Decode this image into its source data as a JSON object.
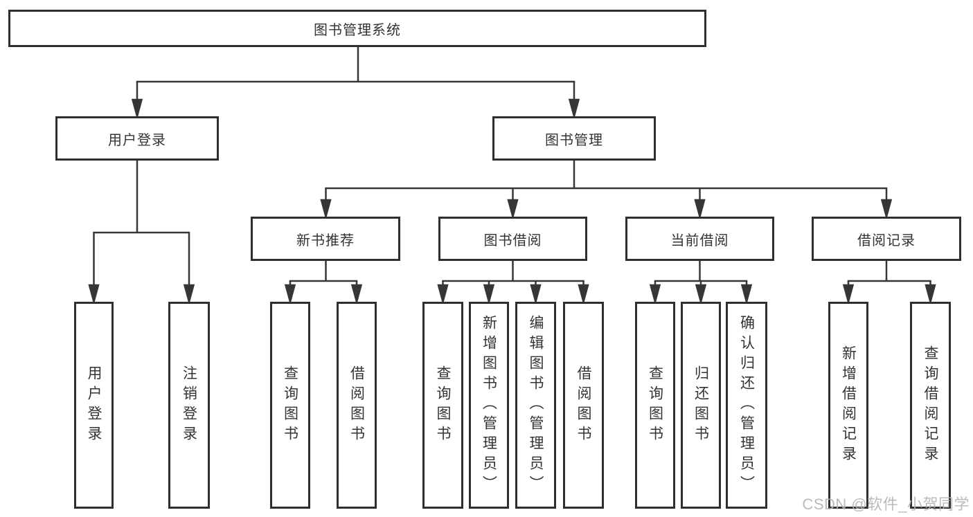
{
  "colors": {
    "background": "#ffffff",
    "box_border": "#2f2f2f",
    "connector_line": "#363636",
    "text": "#333333",
    "watermark_text": "#b4b4b4"
  },
  "tree": {
    "label": "图书管理系统",
    "children": [
      {
        "label": "用户登录",
        "children": [
          {
            "label": "用户登录"
          },
          {
            "label": "注销登录"
          }
        ]
      },
      {
        "label": "图书管理",
        "children": [
          {
            "label": "新书推荐",
            "children": [
              {
                "label": "查询图书"
              },
              {
                "label": "借阅图书"
              }
            ]
          },
          {
            "label": "图书借阅",
            "children": [
              {
                "label": "查询图书"
              },
              {
                "label": "新增图书（管理员）"
              },
              {
                "label": "编辑图书（管理员）"
              },
              {
                "label": "借阅图书"
              }
            ]
          },
          {
            "label": "当前借阅",
            "children": [
              {
                "label": "查询图书"
              },
              {
                "label": "归还图书"
              },
              {
                "label": "确认归还（管理员）"
              }
            ]
          },
          {
            "label": "借阅记录",
            "children": [
              {
                "label": "新增借阅记录"
              },
              {
                "label": "查询借阅记录"
              }
            ]
          }
        ]
      }
    ]
  },
  "watermark": {
    "text": "CSDN @软件_小贺同学"
  }
}
